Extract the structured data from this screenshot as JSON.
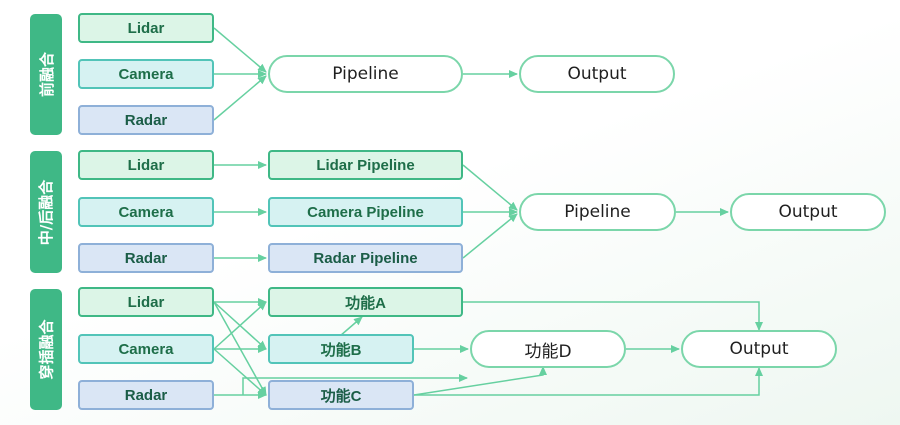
{
  "sections": {
    "early": {
      "label": "前融合",
      "sensors": [
        "Lidar",
        "Camera",
        "Radar"
      ],
      "pipeline": "Pipeline",
      "output": "Output"
    },
    "late": {
      "label": "中/后融合",
      "sensors": [
        "Lidar",
        "Camera",
        "Radar"
      ],
      "pipelines": [
        "Lidar Pipeline",
        "Camera Pipeline",
        "Radar Pipeline"
      ],
      "pipeline": "Pipeline",
      "output": "Output"
    },
    "cross": {
      "label": "穿插融合",
      "sensors": [
        "Lidar",
        "Camera",
        "Radar"
      ],
      "functions": [
        "功能A",
        "功能B",
        "功能C"
      ],
      "function_d": "功能D",
      "output": "Output"
    }
  },
  "colors": {
    "accent": "#3fb886",
    "lidar_fill": "#dcf5e7",
    "camera_fill": "#d6f2f2",
    "radar_fill": "#dae6f5",
    "arrow": "#66d0a0"
  }
}
